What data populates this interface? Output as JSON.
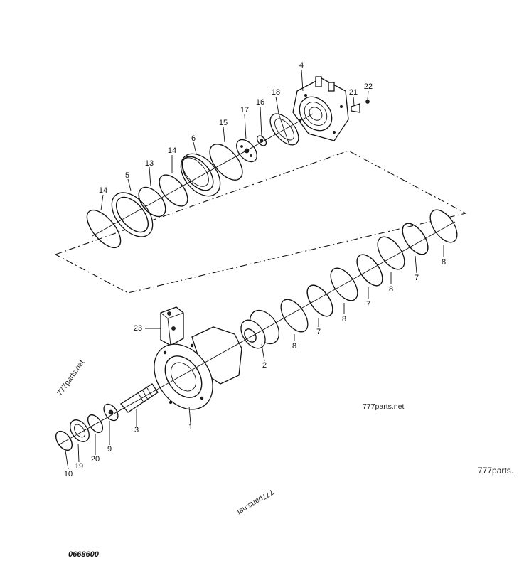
{
  "drawing": {
    "code": "0668600",
    "callouts": [
      "1",
      "2",
      "3",
      "4",
      "5",
      "6",
      "7",
      "7",
      "7",
      "7",
      "8",
      "8",
      "8",
      "8",
      "8",
      "9",
      "10",
      "13",
      "14",
      "14",
      "15",
      "16",
      "17",
      "18",
      "19",
      "20",
      "21",
      "22",
      "23"
    ]
  },
  "watermarks": [
    "777parts.net",
    "777parts.net",
    "777parts.",
    "777parts.net"
  ]
}
